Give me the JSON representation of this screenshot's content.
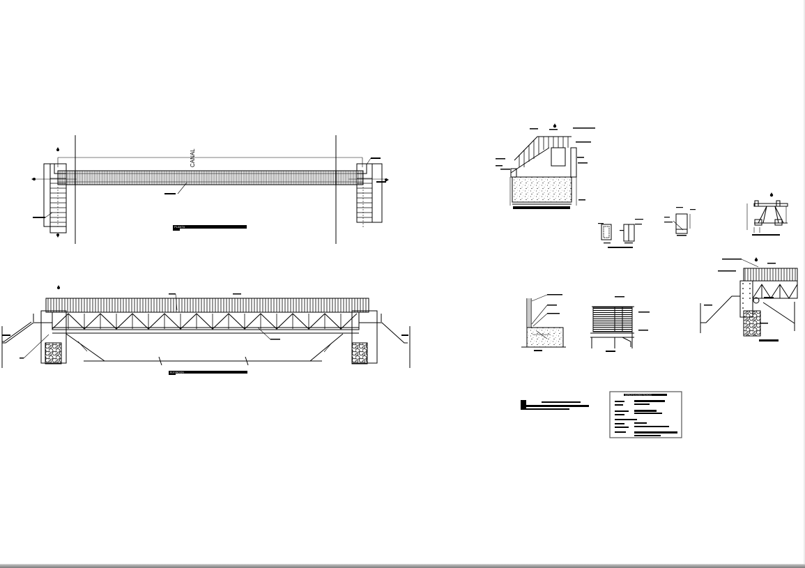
{
  "viewer": {
    "background": "#ffffff",
    "line_color": "#000000",
    "scrollbar_color": "#8a8a8a"
  },
  "drawing": {
    "subject": "Pedestrian truss bridge over canal",
    "plan_view": {
      "canal_label": "CANAL",
      "title_bar": "PLANTA"
    },
    "elevation_view": {
      "title_bar": "ELEVACION",
      "truss_panels": 19
    },
    "details": [
      {
        "name": "abutment-section-detail"
      },
      {
        "name": "column-section-details"
      },
      {
        "name": "beam-section-detail"
      },
      {
        "name": "truss-cross-section"
      },
      {
        "name": "abutment-elevation-detail"
      },
      {
        "name": "railing-anchor-detail"
      },
      {
        "name": "deck-detail"
      }
    ],
    "notes_block": {
      "label": "NOTAS"
    },
    "spec_table": {
      "label": "ESPECIFICACIONES TECNICAS",
      "rows": 7
    }
  }
}
